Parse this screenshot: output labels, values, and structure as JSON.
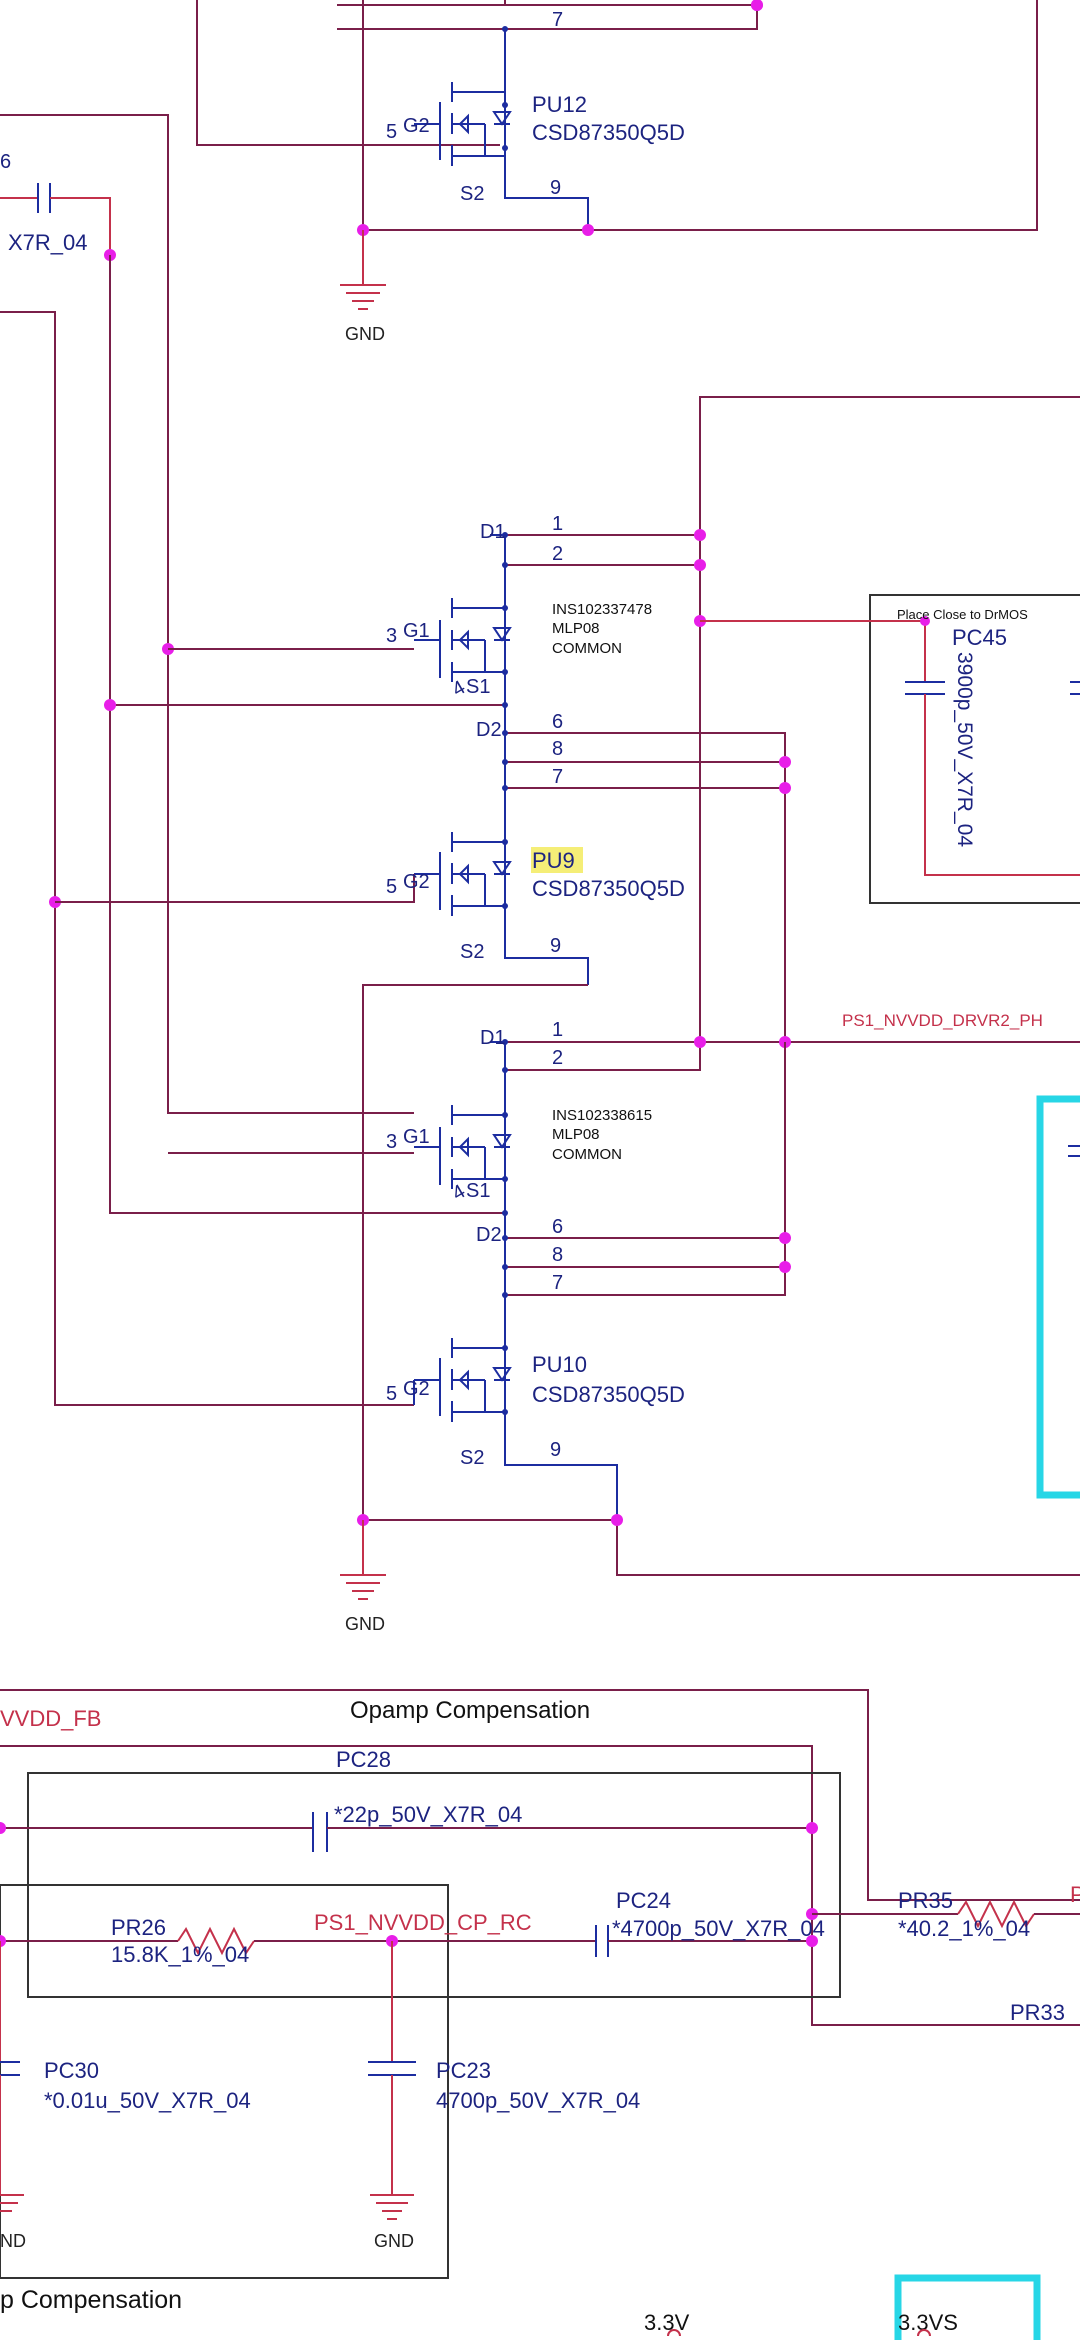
{
  "colors": {
    "wire": "#7a1f4a",
    "symbol": "#1c2da0",
    "junction": "#e81ee8",
    "net_label": "#c4314b",
    "highlight_box": "#27d6e6",
    "search_highlight": "#f5ee77"
  },
  "top_section": {
    "pin_7": "7",
    "pu12_pin_gate": "5",
    "pu12_gate_label": "G2",
    "pu12_ref": "PU12",
    "pu12_value": "CSD87350Q5D",
    "pu12_src_label": "S2",
    "pu12_pin_9": "9",
    "left_cap_value": "X7R_04",
    "left_cap_fragment": "6",
    "gnd_1": "GND"
  },
  "pu9": {
    "d1_label": "D1",
    "pin_1": "1",
    "pin_2": "2",
    "gate_pin": "3",
    "gate_label": "G1",
    "ins_id": "INS102337478",
    "package": "MLP08",
    "common": "COMMON",
    "pin_4": "4",
    "s1_label": "S1",
    "d2_label": "D2",
    "pin_6": "6",
    "pin_8": "8",
    "pin_7": "7",
    "g2_pin": "5",
    "g2_label": "G2",
    "ref": "PU9",
    "value": "CSD87350Q5D",
    "s2_label": "S2",
    "pin_9": "9"
  },
  "pu10": {
    "d1_label": "D1",
    "pin_1": "1",
    "pin_2": "2",
    "gate_pin": "3",
    "gate_label": "G1",
    "ins_id": "INS102338615",
    "package": "MLP08",
    "common": "COMMON",
    "pin_4": "4",
    "s1_label": "S1",
    "d2_label": "D2",
    "pin_6": "6",
    "pin_8": "8",
    "pin_7": "7",
    "g2_pin": "5",
    "g2_label": "G2",
    "ref": "PU10",
    "value": "CSD87350Q5D",
    "s2_label": "S2",
    "pin_9": "9",
    "gnd": "GND"
  },
  "pc45": {
    "note": "Place Close to DrMOS",
    "ref": "PC45",
    "value": "3900p_50V_X7R_04"
  },
  "net_phase": "PS1_NVVDD_DRVR2_PH",
  "compensation": {
    "title": "Opamp Compensation",
    "fb_net": "VVDD_FB",
    "pc28_ref": "PC28",
    "pc28_value": "*22p_50V_X7R_04",
    "pr26_ref": "PR26",
    "pr26_value": "15.8K_1%_04",
    "cp_rc_net": "PS1_NVVDD_CP_RC",
    "pc24_ref": "PC24",
    "pc24_value": "*4700p_50V_X7R_04",
    "pr35_ref": "PR35",
    "pr35_value": "*40.2_1%_04",
    "pr35_net_fragment": "P",
    "pr33_ref": "PR33",
    "pc30_ref": "PC30",
    "pc30_value": "*0.01u_50V_X7R_04",
    "pc23_ref": "PC23",
    "pc23_value": "4700p_50V_X7R_04",
    "gnd_left": "ND",
    "gnd_center": "GND",
    "lower_title": "p Compensation",
    "rail_1": "3.3V",
    "rail_2": "3.3VS"
  }
}
